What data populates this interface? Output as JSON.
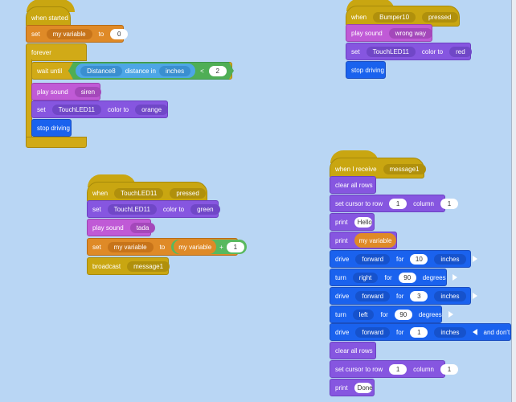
{
  "script1": {
    "when_started": "when started",
    "set": "set",
    "var_name": "my variable",
    "to": "to",
    "value": "0",
    "forever": "forever",
    "wait_until": "wait until",
    "sensor": "Distance8",
    "distance_in": "distance in",
    "unit": "inches",
    "lt": "<",
    "compare": "2",
    "play_sound": "play sound",
    "sound": "siren",
    "set2": "set",
    "led": "TouchLED11",
    "color_to": "color to",
    "color": "orange",
    "stop_driving": "stop driving"
  },
  "script2": {
    "when": "when",
    "bumper": "Bumper10",
    "pressed": "pressed",
    "play_sound": "play sound",
    "sound": "wrong way",
    "set": "set",
    "led": "TouchLED11",
    "color_to": "color to",
    "color": "red",
    "stop_driving": "stop driving"
  },
  "script3": {
    "when": "when",
    "led": "TouchLED11",
    "pressed": "pressed",
    "set": "set",
    "led2": "TouchLED11",
    "color_to": "color to",
    "color": "green",
    "play_sound": "play sound",
    "sound": "tada",
    "set2": "set",
    "var": "my variable",
    "to": "to",
    "var2": "my variable",
    "plus": "+",
    "one": "1",
    "broadcast": "broadcast",
    "message": "message1"
  },
  "script4": {
    "when_receive": "when I receive",
    "message": "message1",
    "clear_all_rows": "clear all rows",
    "set_cursor": "set cursor to row",
    "row": "1",
    "column": "column",
    "col": "1",
    "print": "print",
    "hello": "Hello",
    "print2": "print",
    "var": "my variable",
    "drive1": {
      "drive": "drive",
      "dir": "forward",
      "for": "for",
      "val": "10",
      "unit": "inches"
    },
    "turn1": {
      "turn": "turn",
      "dir": "right",
      "for": "for",
      "val": "90",
      "unit": "degrees"
    },
    "drive2": {
      "drive": "drive",
      "dir": "forward",
      "for": "for",
      "val": "3",
      "unit": "inches"
    },
    "turn2": {
      "turn": "turn",
      "dir": "left",
      "for": "for",
      "val": "90",
      "unit": "degrees"
    },
    "drive3": {
      "drive": "drive",
      "dir": "forward",
      "for": "for",
      "val": "1",
      "unit": "inches",
      "suffix": "and don't wait"
    },
    "clear_all_rows2": "clear all rows",
    "set_cursor2": "set cursor to row",
    "row2": "1",
    "column2": "column",
    "col2": "1",
    "print3": "print",
    "done": "Done"
  }
}
